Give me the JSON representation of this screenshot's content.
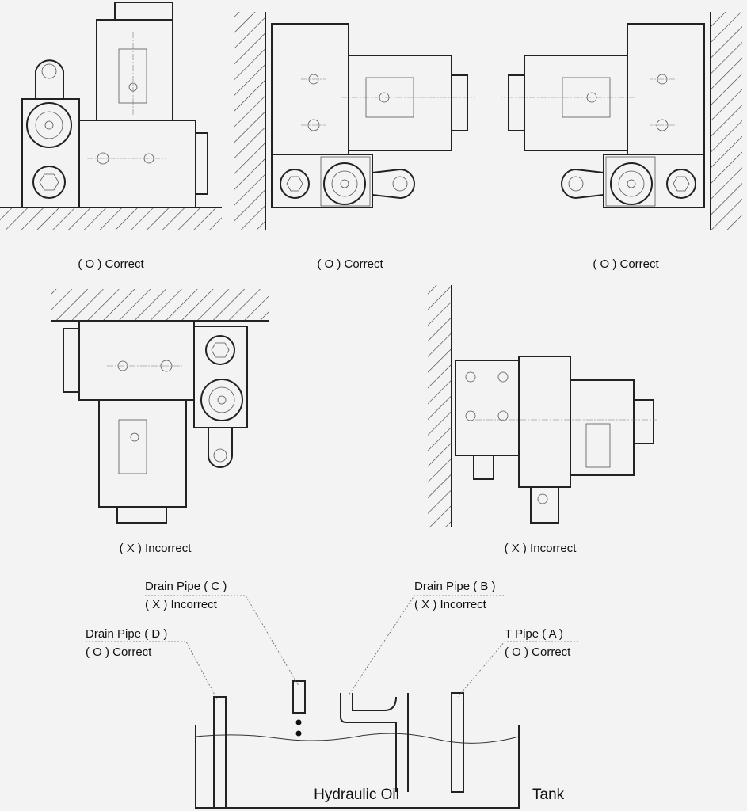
{
  "captions": {
    "top_left": "( O ) Correct",
    "top_middle": "( O ) Correct",
    "top_right": "( O ) Correct",
    "middle_left": "( X ) Incorrect",
    "middle_right": "( X ) Incorrect"
  },
  "tank": {
    "drain_c": {
      "name": "Drain Pipe ( C )",
      "verdict": "( X ) Incorrect"
    },
    "drain_b": {
      "name": "Drain Pipe ( B )",
      "verdict": "( X ) Incorrect"
    },
    "drain_d": {
      "name": "Drain Pipe ( D )",
      "verdict": "( O ) Correct"
    },
    "t_pipe_a": {
      "name": "T Pipe ( A )",
      "verdict": "( O ) Correct"
    },
    "oil_label": "Hydraulic Oil",
    "tank_label": "Tank"
  }
}
